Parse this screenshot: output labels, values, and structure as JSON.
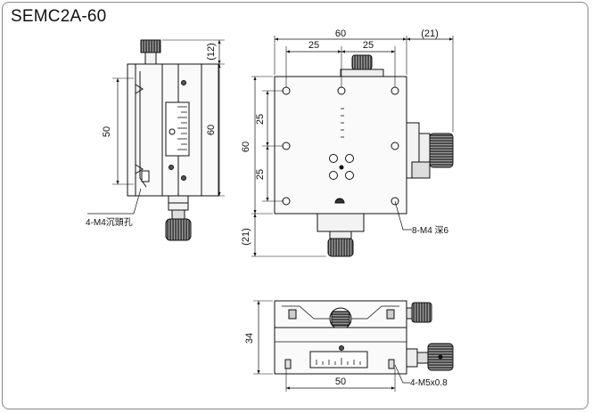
{
  "title": "SEMC2A-60",
  "side_view": {
    "height_total": "60",
    "height_bottom": "50",
    "dim_top": "(12)",
    "note_holes": "4-M4沉頭孔"
  },
  "top_view": {
    "width_total": "60",
    "width_left": "25",
    "width_right": "25",
    "dim_right": "(21)",
    "height_total": "60",
    "height_top": "25",
    "height_bottom": "25",
    "dim_bottom": "(21)",
    "note_holes": "8-M4 深6"
  },
  "front_view": {
    "height": "34",
    "width": "50",
    "note_holes": "4-M5x0.8"
  }
}
